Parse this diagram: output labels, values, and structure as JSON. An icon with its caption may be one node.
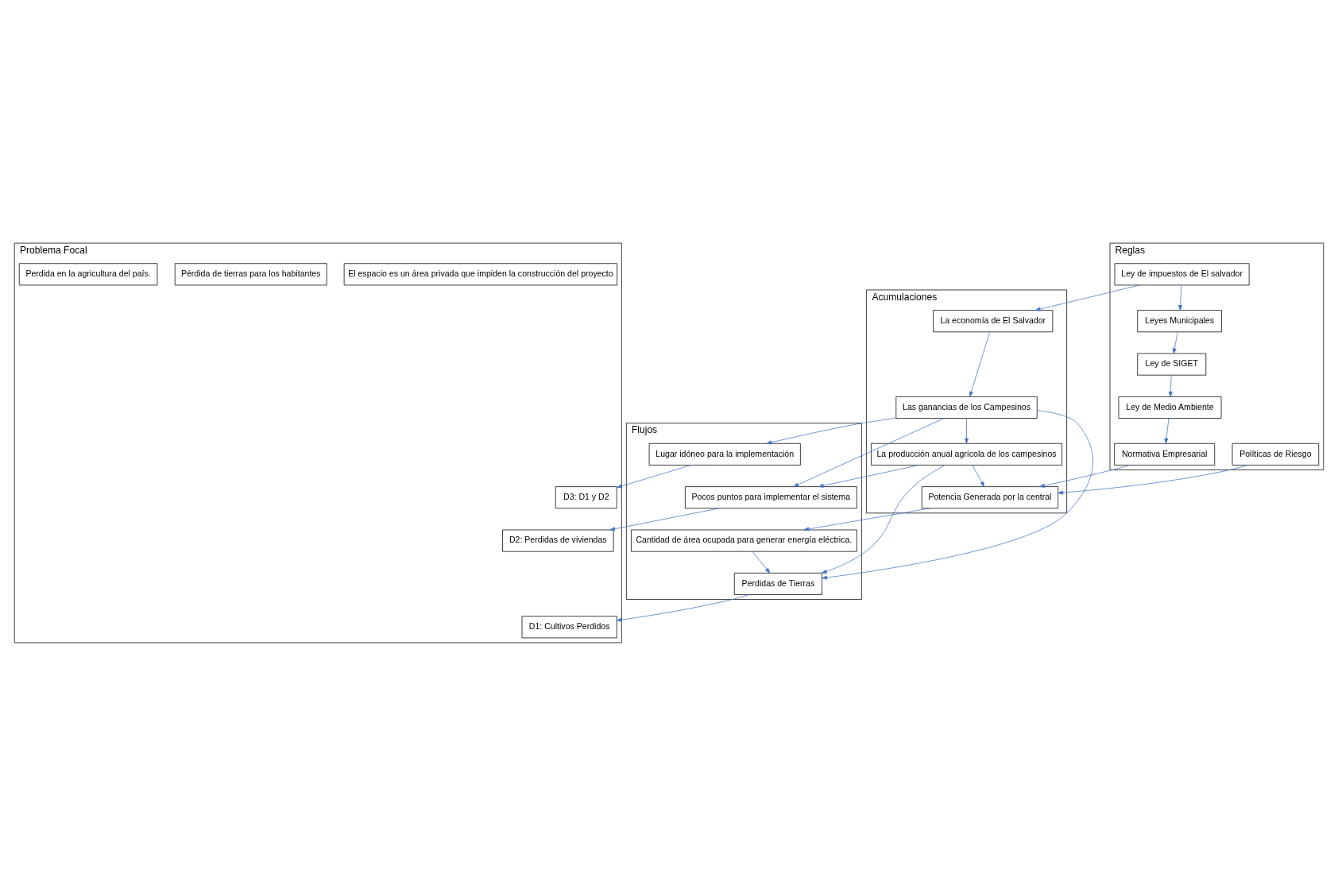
{
  "diagram": {
    "nodes": [
      {
        "text": [
          "Reglas"
        ]
      },
      {
        "text": [
          "Acumulaciones"
        ]
      },
      {
        "text": [
          "Flujos"
        ]
      },
      {
        "text": [
          "Problema Focal"
        ]
      },
      {
        "text": [
          "Políticas de Riesgo"
        ],
        "in": 0
      },
      {
        "text": [
          "Normativa Empresarial"
        ],
        "in": 0
      },
      {
        "text": [
          "Potencia Generada por la central"
        ],
        "in": 1
      },
      {
        "text": [
          "Cantidad de área ocupada para generar energía eléctrica."
        ],
        "in": 2
      },
      {
        "text": [
          "El espacio es un área privada que impiden la construcción del proyecto"
        ],
        "in": 3
      },
      {
        "text": [
          "Ley de Medio Ambiente"
        ],
        "in": 0
      },
      {
        "text": [
          "La producción anual agrícola de los campesinos"
        ],
        "in": 1
      },
      {
        "text": [
          "Perdidas de Tierras"
        ],
        "in": 2
      },
      {
        "text": [
          "D1: Cultivos Perdidos"
        ],
        "in": 3
      },
      {
        "text": [
          "Ley de SIGET"
        ],
        "in": 0
      },
      {
        "text": [
          "Pocos puntos para implementar el sistema"
        ],
        "in": 2
      },
      {
        "text": [
          "D2: Perdidas de viviendas"
        ],
        "in": 3
      },
      {
        "text": [
          "Las ganancias de los Campesinos"
        ],
        "in": 1
      },
      {
        "text": [
          "Leyes Municipales"
        ],
        "in": 0
      },
      {
        "text": [
          "D3: D1 y D2"
        ],
        "in": 3
      },
      {
        "text": [
          "Ley de impuestos de El salvador"
        ],
        "in": 0
      },
      {
        "text": [
          "La economía de El Salvador"
        ],
        "in": 1
      },
      {
        "text": [
          "Lugar idóneo para la implementación"
        ],
        "in": 2
      },
      {
        "text": [
          "Pérdida de tierras para los habitantes"
        ],
        "in": 3
      },
      {
        "text": [
          "Perdida en la agricultura del país."
        ],
        "in": 3
      }
    ],
    "edges": [
      {
        "from": 4,
        "to": 6,
        "arrow": "to"
      },
      {
        "from": 5,
        "to": 6,
        "arrow": "to"
      },
      {
        "from": 6,
        "to": 7,
        "arrow": "to"
      },
      {
        "from": 7,
        "to": 11,
        "arrow": "to"
      },
      {
        "from": 9,
        "to": 5,
        "arrow": "to"
      },
      {
        "from": 13,
        "to": 9,
        "arrow": "to"
      },
      {
        "from": 17,
        "to": 13,
        "arrow": "to"
      },
      {
        "from": 19,
        "to": 17,
        "arrow": "to"
      },
      {
        "from": 19,
        "to": 20,
        "arrow": "to"
      },
      {
        "from": 20,
        "to": 16,
        "arrow": "to"
      },
      {
        "from": 16,
        "to": 10,
        "arrow": "to"
      },
      {
        "from": 10,
        "to": 6,
        "arrow": "to"
      },
      {
        "from": 10,
        "to": 11,
        "arrow": "to"
      },
      {
        "from": 10,
        "to": 14,
        "arrow": "to"
      },
      {
        "from": 16,
        "to": 11,
        "arrow": "to"
      },
      {
        "from": 16,
        "to": 14,
        "arrow": "to"
      },
      {
        "from": 16,
        "to": 21,
        "arrow": "to"
      },
      {
        "from": 11,
        "to": 12,
        "arrow": "to"
      },
      {
        "from": 14,
        "to": 15,
        "arrow": "to"
      },
      {
        "from": 21,
        "to": 18,
        "arrow": "to"
      }
    ]
  }
}
